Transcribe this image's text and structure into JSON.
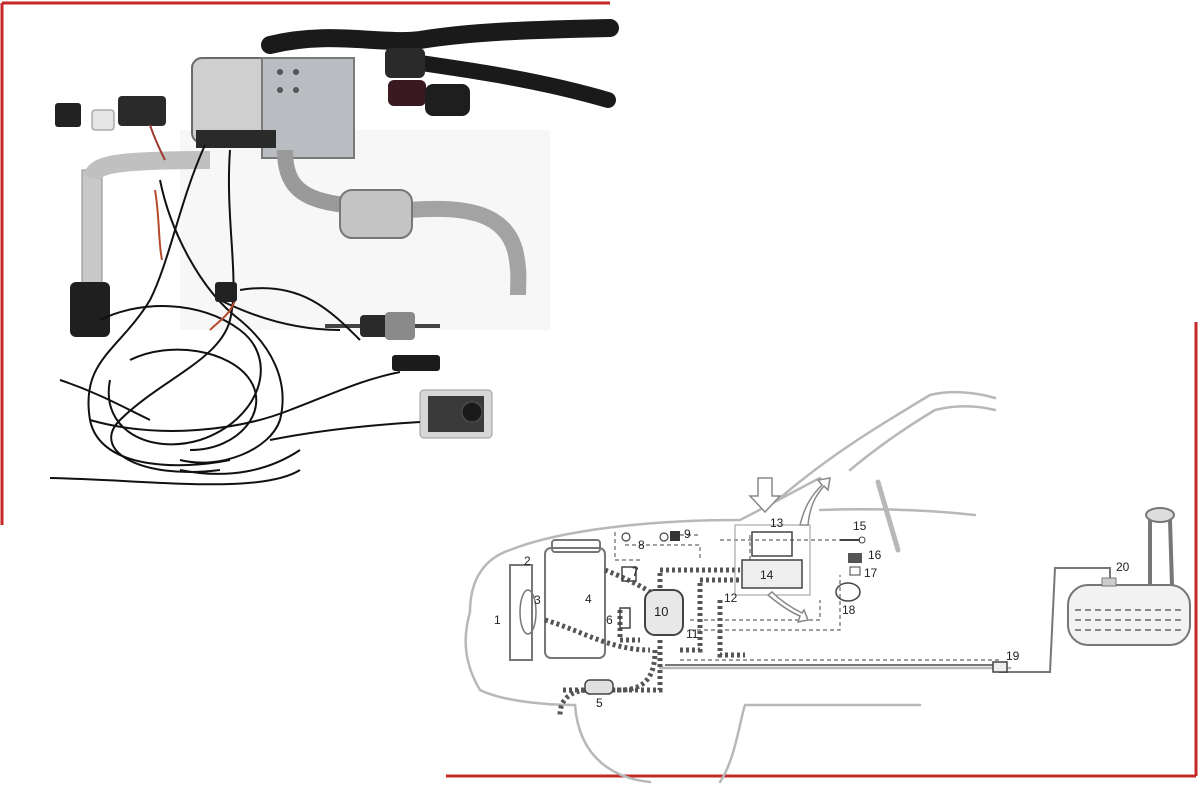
{
  "colors": {
    "frame_red": "#c62828",
    "car_outline": "#b8b8b8",
    "hose": "#333333",
    "cable": "#111111",
    "metal": "#c9c9c9"
  },
  "diagram": {
    "labels": [
      {
        "id": "1",
        "text": "1"
      },
      {
        "id": "2",
        "text": "2"
      },
      {
        "id": "3",
        "text": "3"
      },
      {
        "id": "4",
        "text": "4"
      },
      {
        "id": "5",
        "text": "5"
      },
      {
        "id": "6",
        "text": "6"
      },
      {
        "id": "7",
        "text": "7"
      },
      {
        "id": "8",
        "text": "8"
      },
      {
        "id": "9",
        "text": "9"
      },
      {
        "id": "10",
        "text": "10"
      },
      {
        "id": "11",
        "text": "11"
      },
      {
        "id": "12",
        "text": "12"
      },
      {
        "id": "13",
        "text": "13"
      },
      {
        "id": "14",
        "text": "14"
      },
      {
        "id": "15",
        "text": "15"
      },
      {
        "id": "16",
        "text": "16"
      },
      {
        "id": "17",
        "text": "17"
      },
      {
        "id": "18",
        "text": "18"
      },
      {
        "id": "19",
        "text": "19"
      },
      {
        "id": "20",
        "text": "20"
      }
    ]
  }
}
